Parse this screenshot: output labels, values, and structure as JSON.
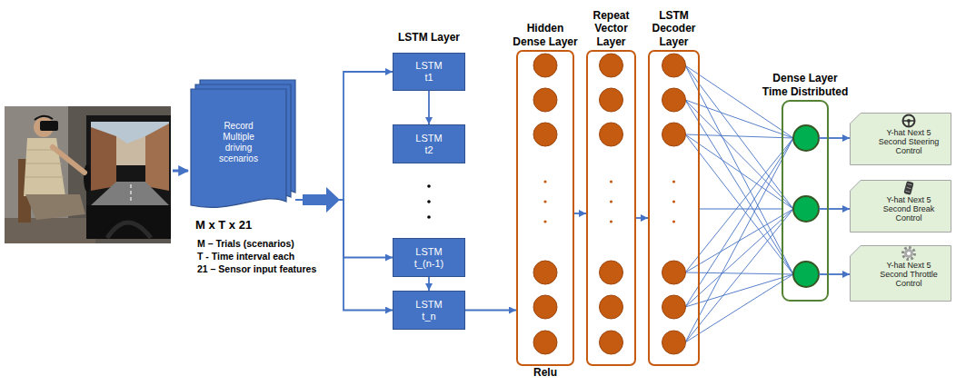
{
  "diagram": {
    "nodes": [
      {
        "text": [
          "Record Multiple driving scenarios"
        ]
      },
      {
        "text": [
          "LSTM t1"
        ]
      },
      {
        "text": [
          "LSTM t2"
        ]
      },
      {
        "text": [
          "LSTM t_(n-1)"
        ]
      },
      {
        "text": [
          "LSTM t_n"
        ]
      },
      {
        "text": [
          "Hidden Dense Layer",
          "Relu"
        ]
      },
      {
        "text": [
          "Repeat Vector Layer"
        ]
      },
      {
        "text": [
          "LSTM Decoder Layer"
        ]
      },
      {
        "text": [
          "Dense Layer Time Distributed"
        ]
      },
      {
        "text": [
          "Y-hat Next 5 Second Steering Control"
        ]
      },
      {
        "text": [
          "Y-hat Next 5 Second Break Control"
        ]
      },
      {
        "text": [
          "Y-hat Next 5 Second Throttle Control"
        ]
      }
    ],
    "edges": [
      {
        "from": 0,
        "to": 1,
        "arrow": "to"
      },
      {
        "from": 0,
        "to": 3,
        "arrow": "to"
      },
      {
        "from": 0,
        "to": 4,
        "arrow": "to"
      },
      {
        "from": 1,
        "to": 2,
        "arrow": "to"
      },
      {
        "from": 3,
        "to": 4,
        "arrow": "to"
      },
      {
        "from": 4,
        "to": 5,
        "arrow": "to"
      },
      {
        "from": 5,
        "to": 6,
        "arrow": "to"
      },
      {
        "from": 6,
        "to": 7,
        "arrow": "to"
      },
      {
        "from": 7,
        "to": 8,
        "arrow": "none"
      },
      {
        "from": 8,
        "to": 9,
        "arrow": "to"
      },
      {
        "from": 8,
        "to": 10,
        "arrow": "to"
      },
      {
        "from": 8,
        "to": 11,
        "arrow": "to"
      }
    ],
    "labels": [
      "LSTM Layer",
      "M x T x 21",
      "M – Trials (scenarios)",
      "T - Time interval each",
      "21 – Sensor input features"
    ]
  }
}
